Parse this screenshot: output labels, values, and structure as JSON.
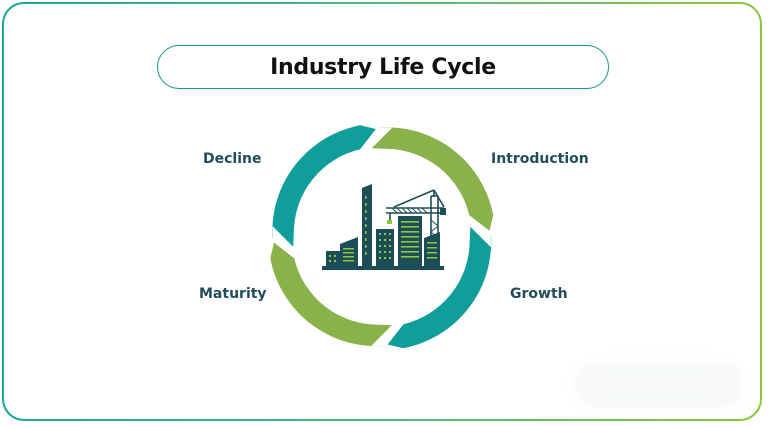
{
  "title": "Industry Life Cycle",
  "stages": {
    "introduction": {
      "label": "Introduction",
      "color": "#8ab24a"
    },
    "growth": {
      "label": "Growth",
      "color": "#0f9e9a"
    },
    "maturity": {
      "label": "Maturity",
      "color": "#8ab24a"
    },
    "decline": {
      "label": "Decline",
      "color": "#0f9e9a"
    }
  },
  "stage_order": [
    "Introduction",
    "Growth",
    "Maturity",
    "Decline"
  ],
  "center_icon": "city-buildings-with-crane-icon",
  "colors": {
    "teal": "#0f9e9a",
    "green": "#8ab24a",
    "text": "#1f4e5a",
    "building": "#1d4e57",
    "building_accent": "#8dc63f"
  }
}
